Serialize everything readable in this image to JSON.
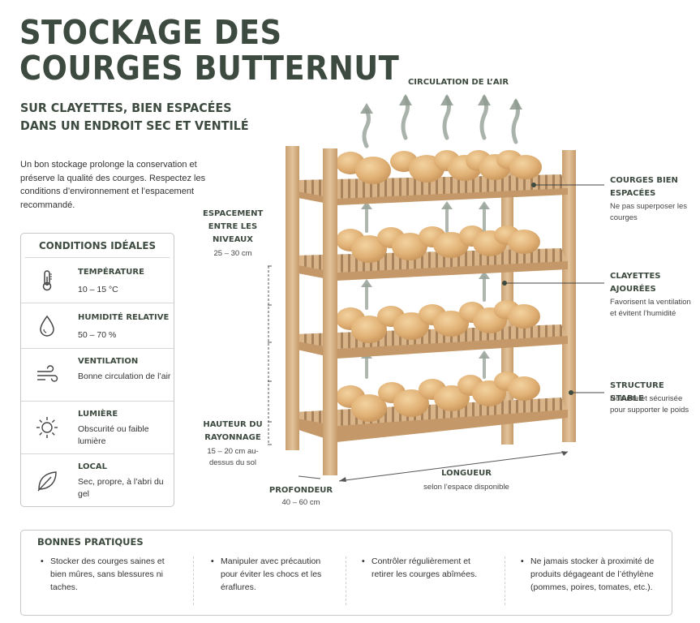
{
  "title": {
    "line1": "STOCKAGE DES",
    "line2": "COURGES BUTTERNUT"
  },
  "subtitle": {
    "line1": "SUR CLAYETTES, BIEN ESPACÉES",
    "line2": "DANS UN ENDROIT SEC ET VENTILÉ"
  },
  "intro": "Un bon stockage prolonge la conservation et préserve la qualité des courges. Respectez les conditions d’environnement et l’espacement recommandé.",
  "conditions": {
    "title": "CONDITIONS IDÉALES",
    "items": [
      {
        "icon": "thermometer-icon",
        "label": "TEMPÉRATURE",
        "value": "10 – 15 °C"
      },
      {
        "icon": "water-drop-icon",
        "label": "HUMIDITÉ RELATIVE",
        "value": "50 – 70 %"
      },
      {
        "icon": "wind-icon",
        "label": "VENTILATION",
        "value": "Bonne circulation de l’air"
      },
      {
        "icon": "sun-icon",
        "label": "LUMIÈRE",
        "value": "Obscurité ou faible lumière"
      },
      {
        "icon": "leaf-icon",
        "label": "LOCAL",
        "value": "Sec, propre, à l’abri du gel"
      }
    ]
  },
  "annotations": {
    "air": "CIRCULATION DE L’AIR",
    "courges_head": "COURGES BIEN ESPACÉES",
    "courges_text": "Ne pas superposer les courges",
    "clayettes_head": "CLAYETTES AJOURÉES",
    "clayettes_text": "Favorisent la ventilation et évitent l’humidité",
    "structure_head": "STRUCTURE STABLE",
    "structure_text": "Robuste et sécurisée pour supporter le poids",
    "espacement_head": "ESPACEMENT ENTRE LES NIVEAUX",
    "espacement_val": "25 – 30 cm",
    "hauteur_head": "HAUTEUR DU RAYONNAGE",
    "hauteur_val": "15 – 20 cm au-dessus du sol",
    "profondeur_head": "PROFONDEUR",
    "profondeur_val": "40 – 60 cm",
    "longueur_head": "LONGUEUR",
    "longueur_val": "selon l’espace disponible"
  },
  "bonnes_pratiques": {
    "title": "BONNES PRATIQUES",
    "items": [
      "Stocker des courges saines et bien mûres, sans blessures ni taches.",
      "Manipuler avec précaution pour éviter les chocs et les éraflures.",
      "Contrôler régulièrement et retirer les courges abîmées.",
      "Ne jamais stocker à proximité de produits dégageant de l’éthylène (pommes, poires, tomates, etc.)."
    ]
  },
  "colors": {
    "accent": "#3d4a3f",
    "wood": "#dcb991",
    "squash": "#e2b57b"
  }
}
